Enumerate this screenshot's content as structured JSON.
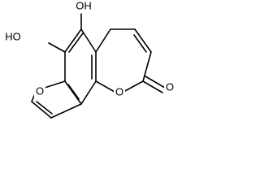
{
  "structure": {
    "atoms": {
      "oh_top": "OH",
      "ho_left": "HO",
      "o_furan": "O",
      "o_pyranone": "O",
      "o_carbonyl": "O"
    }
  }
}
